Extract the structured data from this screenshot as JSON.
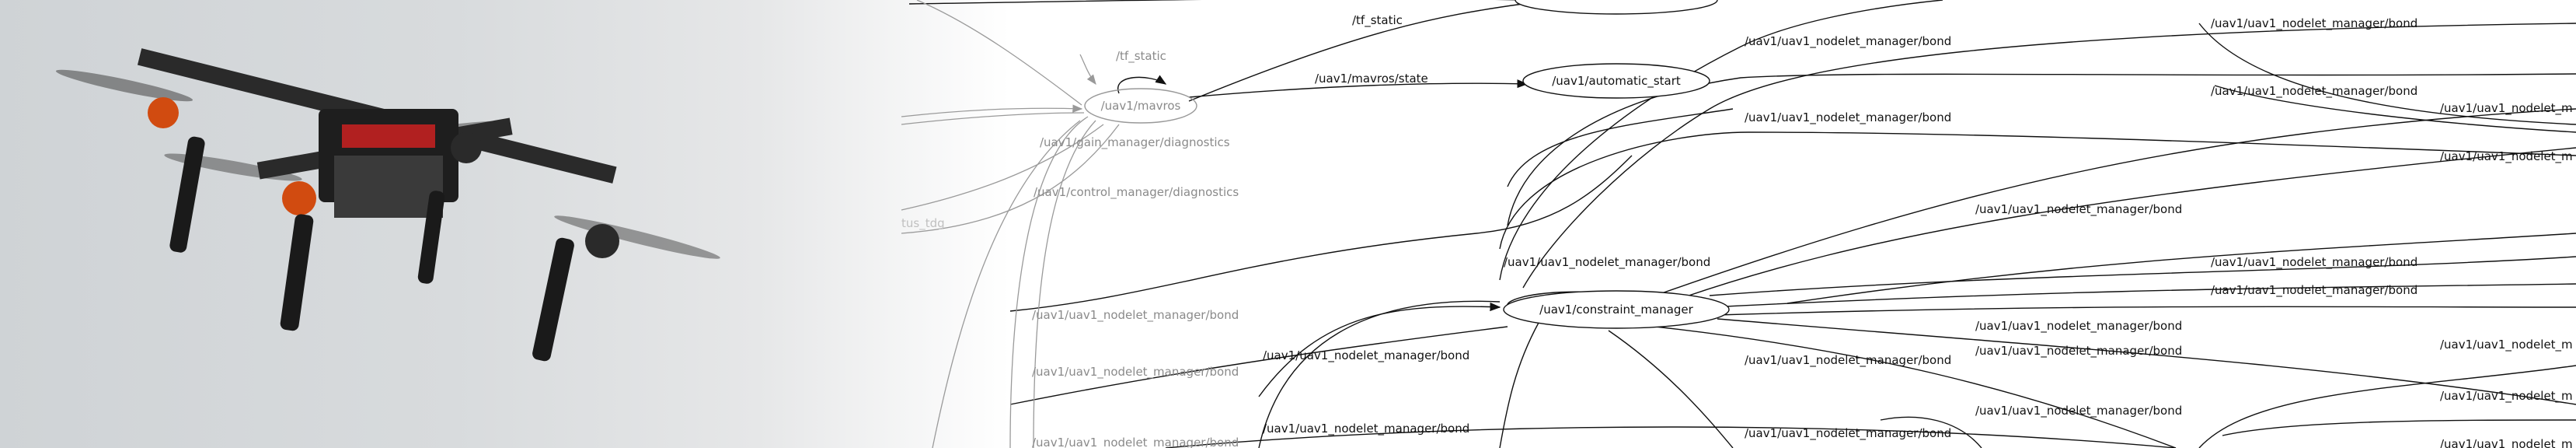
{
  "graph": {
    "nodes": {
      "mavros": "/uav1/mavros",
      "automatic_start": "/uav1/automatic_start",
      "constraint_manager": "/uav1/constraint_manager"
    },
    "edge_labels": {
      "tf_static_top": "/tf_static",
      "tf_static_self": "/tf_static",
      "mavros_state": "/uav1/mavros/state",
      "gain_manager": "/uav1/gain_manager/diagnostics",
      "control_manager": "/uav1/control_manager/diagnostics",
      "bond": "/uav1/uav1_nodelet_manager/bond",
      "bond_partial": "/uav1/uav1_nodelet_m",
      "cut": "/uav1/uav1_nodelet_manager/bond",
      "faded_fragment": "tus_tdg"
    }
  }
}
